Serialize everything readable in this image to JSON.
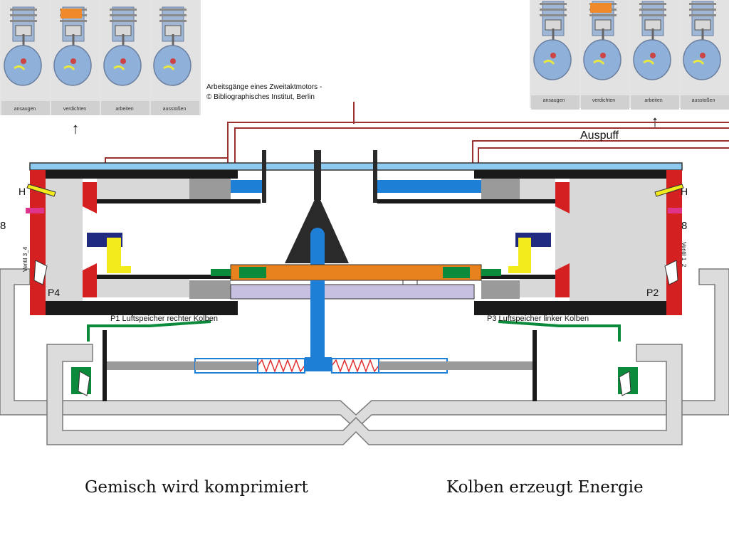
{
  "credit": {
    "line1": "Arbeitsgänge eines Zweitaktmotors -",
    "line2": "© Bibliographisches Institut, Berlin"
  },
  "strip_steps": [
    "ansaugen",
    "verdichten",
    "arbeiten",
    "ausstoßen"
  ],
  "arrow_glyph": "↑",
  "labels": {
    "exhaust": "Auspuff",
    "h_left": "H",
    "h_right": "H",
    "eight_left": "8",
    "eight_right": "8",
    "p4": "P4",
    "p2": "P2",
    "valve_left": "Ventil 3_4",
    "valve_right": "Ventil 1_2",
    "p1": "P1 Luftspeicher rechter Kolben",
    "p3": "P3 Luftspeicher linker Kolben"
  },
  "captions": {
    "left": "Gemisch wird komprimiert",
    "right": "Kolben erzeugt Energie"
  },
  "colors": {
    "cylinder_red": "#d42020",
    "piston_blue": "#1e7fd6",
    "top_bar_blue": "#8ec9f0",
    "beam_orange": "#e8821c",
    "air_green": "#0a8a3a",
    "spring_red": "#e03030",
    "pipe_grey": "#d8d8d8",
    "lavender": "#c8c0e0",
    "yellow": "#f2ea1a",
    "navy": "#1f2a80",
    "dark": "#2a2a2a",
    "exhaust_line": "#b03030"
  }
}
